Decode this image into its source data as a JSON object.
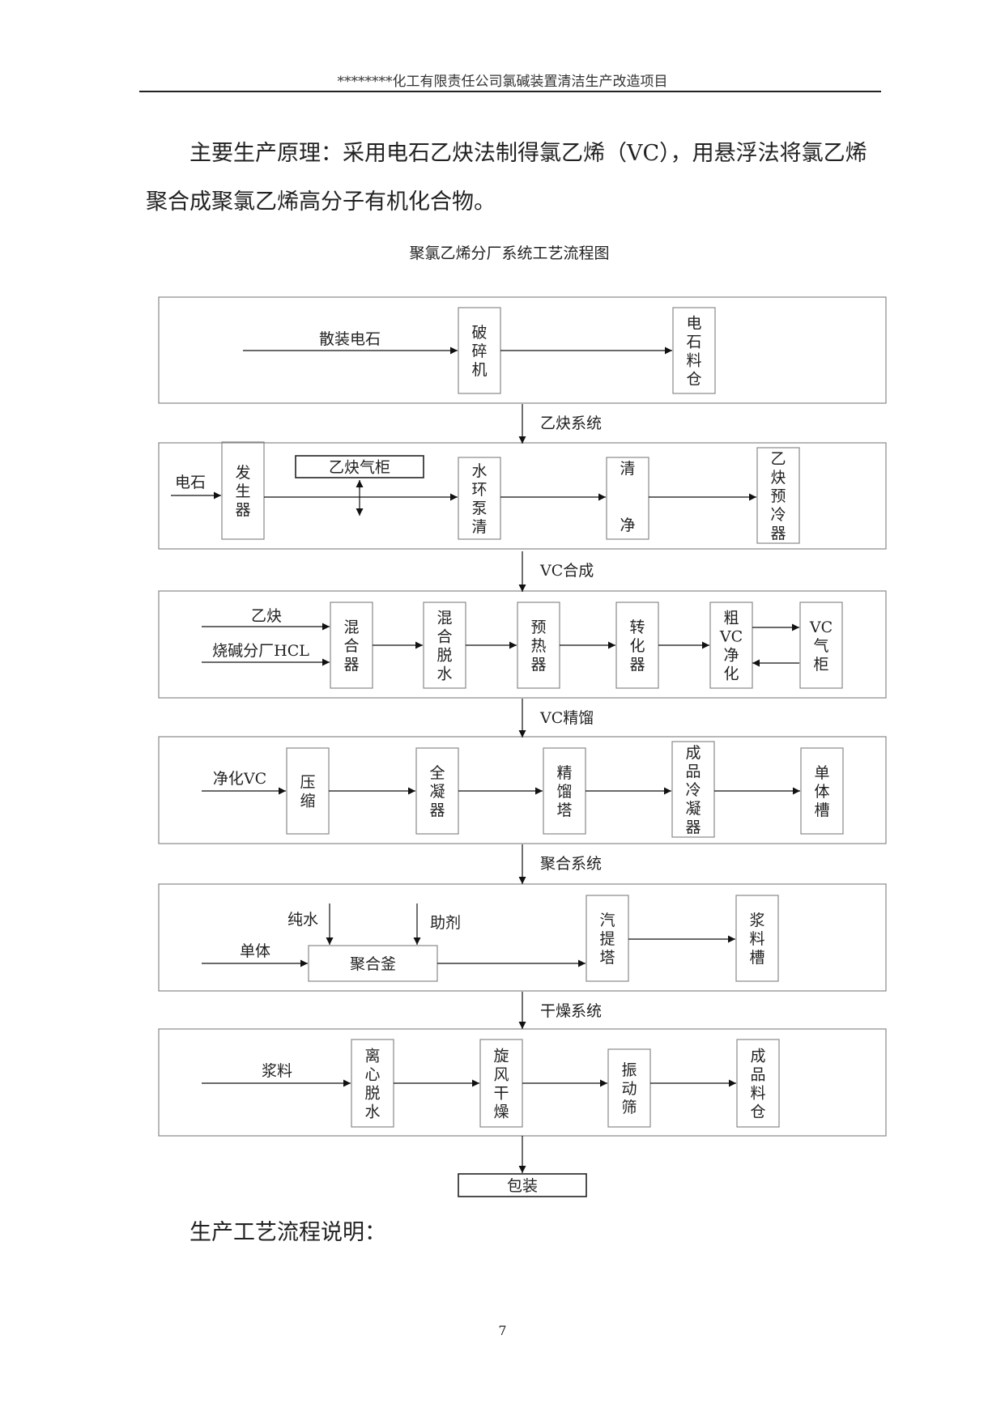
{
  "header": "********化工有限责任公司氯碱装置清洁生产改造项目",
  "principle_text": "主要生产原理：采用电石乙炔法制得氯乙烯（VC），用悬浮法将氯乙烯聚合成聚氯乙烯高分子有机化合物。",
  "diagram": {
    "title": "聚氯乙烯分厂系统工艺流程图",
    "stage_labels": [
      "乙炔系统",
      "VC合成",
      "VC精馏",
      "聚合系统",
      "干燥系统"
    ],
    "s1": {
      "input": "散装电石",
      "crusher": "破碎机",
      "silo": "电石料仓"
    },
    "s2": {
      "input": "电石",
      "generator": "发生器",
      "gasholder": "乙炔气柜",
      "ring_pump": "水环泵清",
      "clean": [
        "清",
        "净"
      ],
      "precooler": "乙炔预冷器"
    },
    "s3": {
      "in_acetylene": "乙炔",
      "in_hcl": "烧碱分厂HCL",
      "mixer": "混合器",
      "dewater": "混合脱水",
      "preheater": "预热器",
      "converter": "转化器",
      "crude": [
        "粗",
        "VC",
        "净",
        "化"
      ],
      "vc_holder": [
        "VC",
        "气",
        "柜"
      ]
    },
    "s4": {
      "input": "净化VC",
      "compress": "压缩",
      "condenser": "全凝器",
      "column": "精馏塔",
      "product_cond": "成品冷凝器",
      "monomer": "单体槽"
    },
    "s5": {
      "in_water": "纯水",
      "in_aux": "助剂",
      "in_monomer": "单体",
      "kettle": "聚合釜",
      "stripper": "汽提塔",
      "slurry_tank": "浆料槽"
    },
    "s6": {
      "input": "浆料",
      "centrifuge": "离心脱水",
      "cyclone": "旋风干燥",
      "sieve": "振动筛",
      "silo": "成品料仓"
    },
    "packaging": "包装"
  },
  "section_heading": "生产工艺流程说明：",
  "page_number": "7"
}
